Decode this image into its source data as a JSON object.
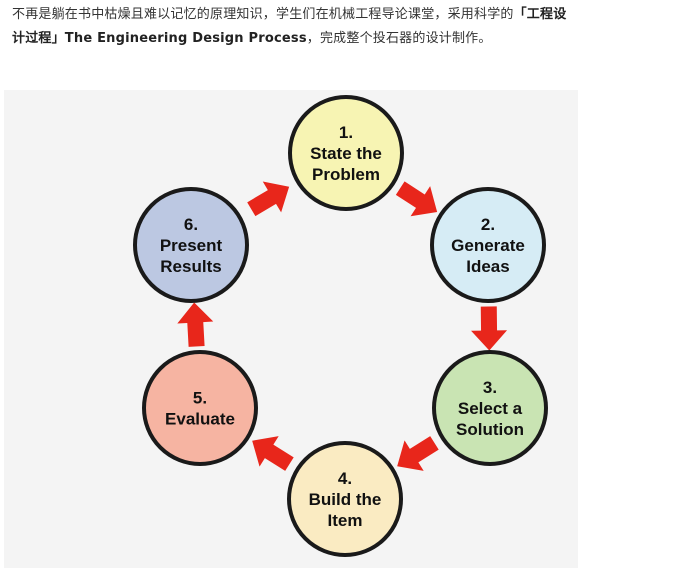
{
  "intro": {
    "line1": "不再是躺在书中枯燥且难以记忆的原理知识，学生们在机械工程导论课堂，采用科学的",
    "bold_open": "「工程设",
    "bold_close": "计过程」The Engineering Design Process",
    "tail": "，完成整个投石器的设计制作。"
  },
  "diagram": {
    "arrow_color": "#e8261b",
    "steps": [
      {
        "number": "1.",
        "lines": [
          "State the",
          "Problem"
        ],
        "fill": "#f7f4b3"
      },
      {
        "number": "2.",
        "lines": [
          "Generate",
          "Ideas"
        ],
        "fill": "#d6ecf5"
      },
      {
        "number": "3.",
        "lines": [
          "Select a",
          "Solution"
        ],
        "fill": "#c9e4b3"
      },
      {
        "number": "4.",
        "lines": [
          "Build the",
          "Item"
        ],
        "fill": "#faebc2"
      },
      {
        "number": "5.",
        "lines": [
          "Evaluate"
        ],
        "fill": "#f6b4a2"
      },
      {
        "number": "6.",
        "lines": [
          "Present",
          "Results"
        ],
        "fill": "#bcc8e2"
      }
    ]
  }
}
